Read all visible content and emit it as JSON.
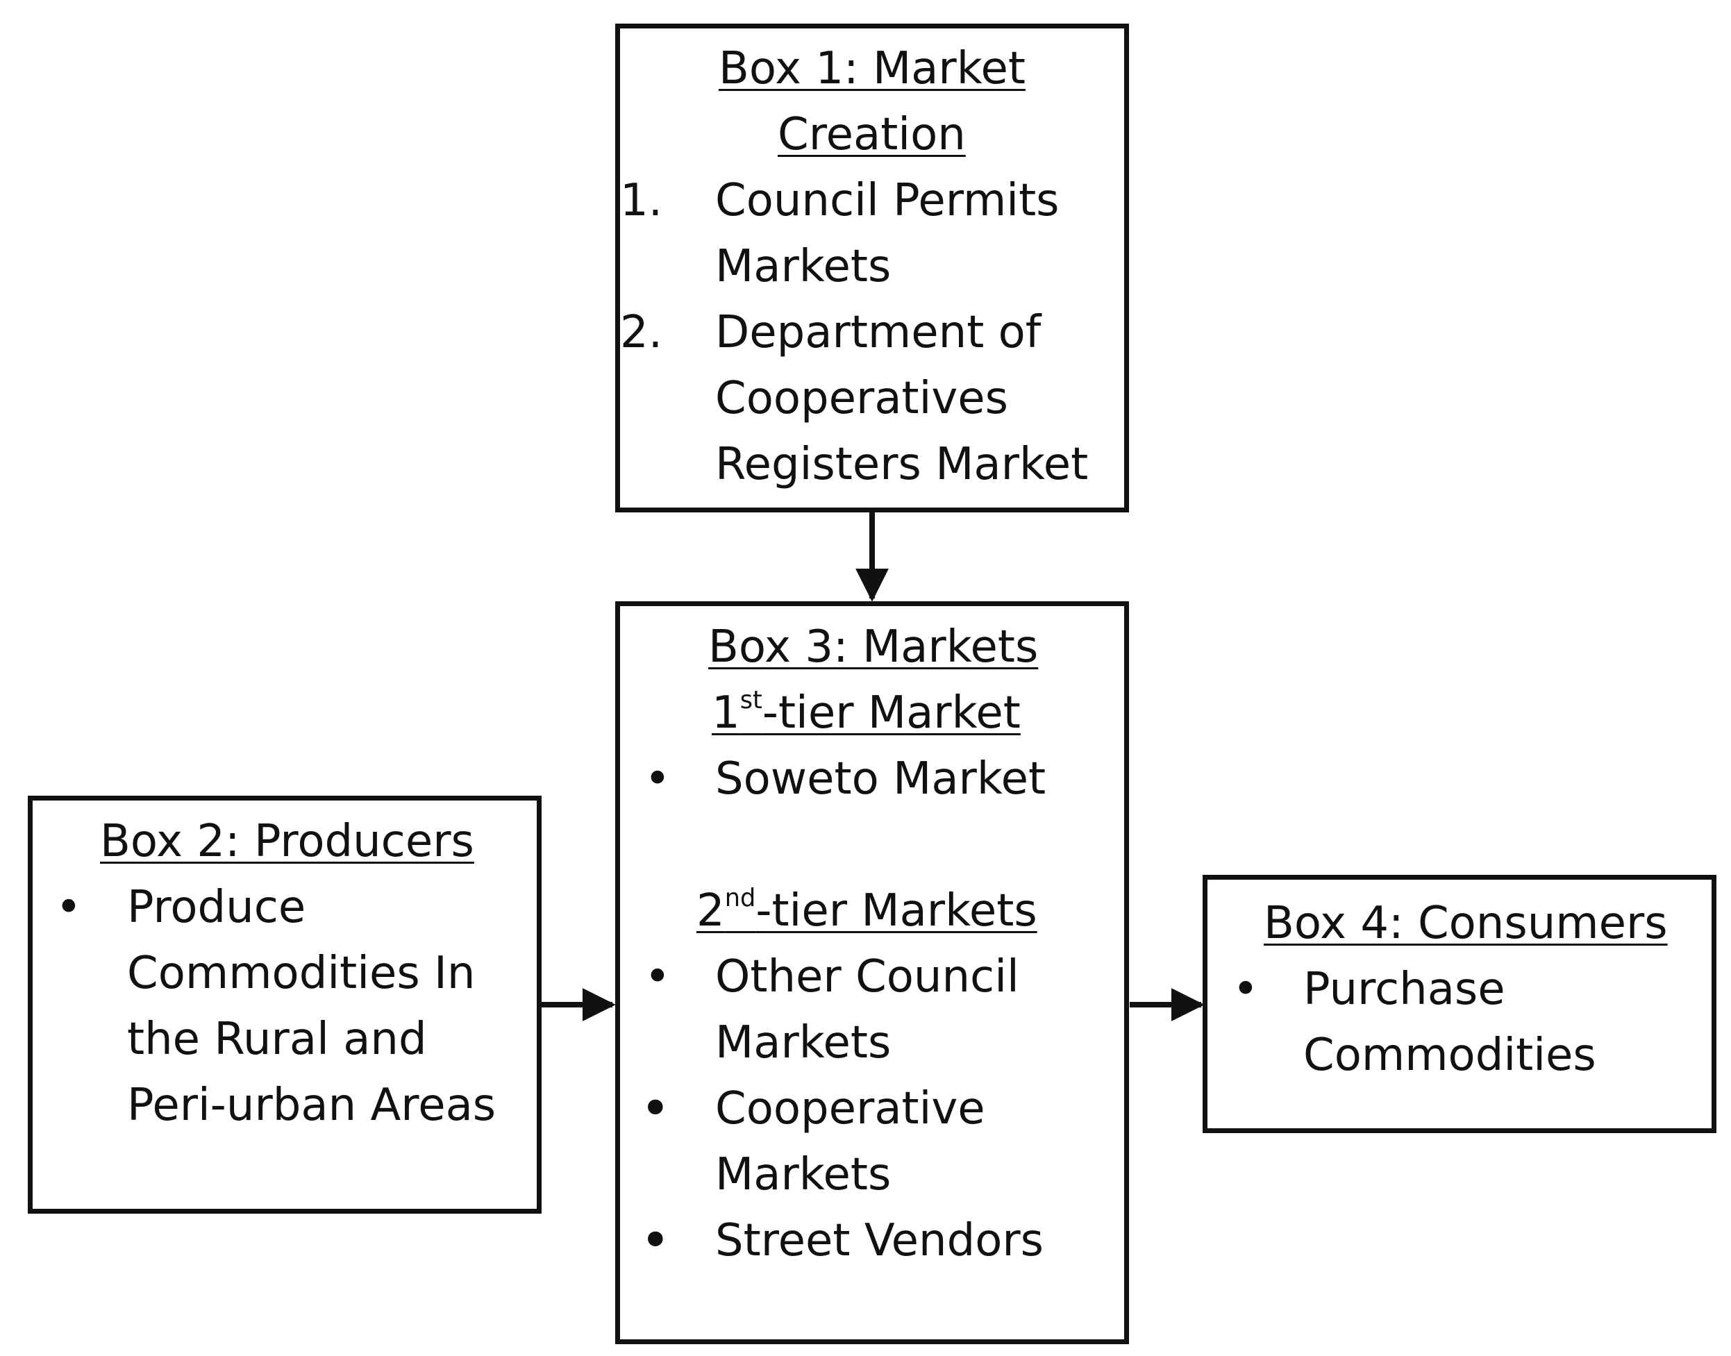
{
  "box1": {
    "title_line1": "Box 1: Market",
    "title_line2": "Creation",
    "items": [
      {
        "marker": "1.",
        "lines": [
          "Council Permits",
          "Markets"
        ]
      },
      {
        "marker": "2.",
        "lines": [
          "Department of",
          "Cooperatives",
          "Registers Market"
        ]
      }
    ]
  },
  "box2": {
    "title": "Box 2: Producers",
    "bullet": "•",
    "item_lines": [
      "Produce",
      "Commodities In",
      "the Rural and",
      "Peri-urban Areas"
    ]
  },
  "box3": {
    "title": "Box 3: Markets",
    "tier1": {
      "num": "1",
      "sup": "st",
      "rest": "-tier Market"
    },
    "tier1_items": [
      "Soweto Market"
    ],
    "tier2": {
      "num": "2",
      "sup": "nd",
      "rest": "-tier Markets"
    },
    "tier2_items": [
      {
        "lines": [
          "Other Council",
          "Markets"
        ]
      },
      {
        "lines": [
          "Cooperative",
          "Markets"
        ]
      },
      {
        "lines": [
          "Street Vendors"
        ]
      }
    ],
    "bullet": "•"
  },
  "box4": {
    "title": "Box 4: Consumers",
    "bullet": "•",
    "item_lines": [
      "Purchase",
      "Commodities"
    ]
  },
  "colors": {
    "stroke": "#111111",
    "background": "#ffffff"
  }
}
